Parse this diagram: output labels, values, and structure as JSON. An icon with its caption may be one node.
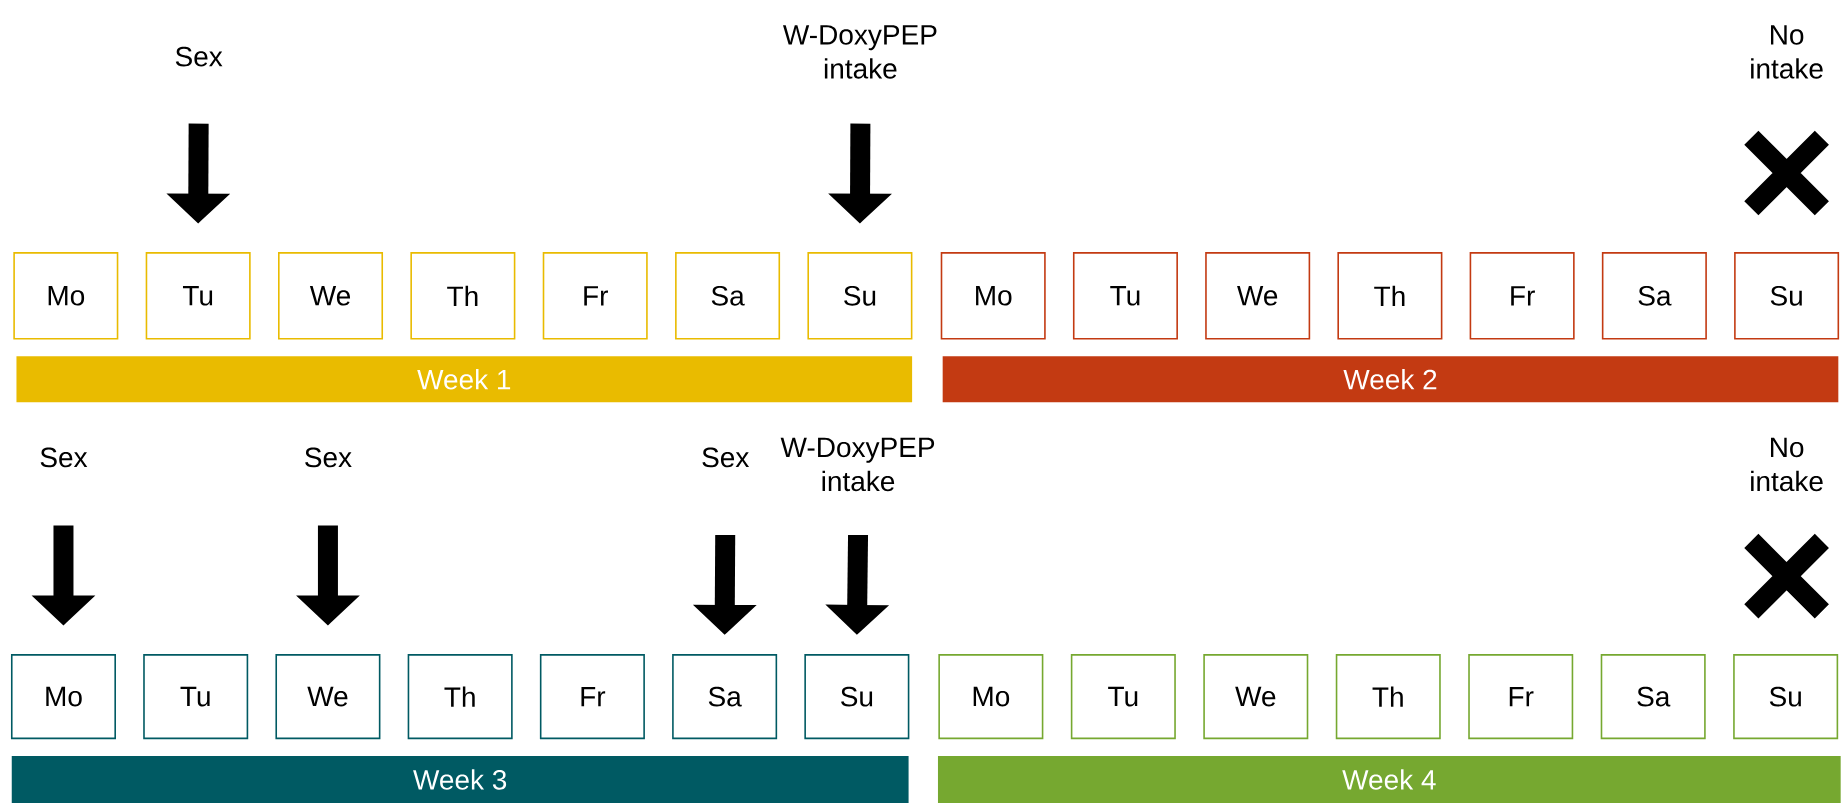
{
  "diagram": {
    "nodes": [
      {
        "text": [
          "Sex"
        ]
      },
      {
        "text": [
          "W-DoxyPEP intake"
        ]
      },
      {
        "text": [
          "Mo"
        ]
      },
      {
        "text": [
          "Tu"
        ]
      },
      {
        "text": [
          "We"
        ]
      },
      {
        "text": [
          "Th"
        ]
      },
      {
        "text": [
          "Fr"
        ]
      },
      {
        "text": [
          "Sa"
        ]
      },
      {
        "text": [
          "Su"
        ]
      },
      {
        "text": [
          "Mo"
        ]
      },
      {
        "text": [
          "Tu"
        ]
      },
      {
        "text": [
          "We"
        ]
      },
      {
        "text": [
          "Th"
        ]
      },
      {
        "text": [
          "Fr"
        ]
      },
      {
        "text": [
          "Sa"
        ]
      },
      {
        "text": [
          "Su"
        ]
      },
      {
        "text": [
          "Week 1"
        ]
      },
      {
        "text": [
          "Week 2"
        ]
      },
      {
        "text": [
          "Sex"
        ]
      },
      {
        "text": [
          "Sex"
        ]
      },
      {
        "text": [
          "Sex"
        ]
      },
      {
        "text": [
          "W-DoxyPEP intake"
        ]
      },
      {
        "text": [
          "Mo"
        ]
      },
      {
        "text": [
          "Tu"
        ]
      },
      {
        "text": [
          "We"
        ]
      },
      {
        "text": [
          "Th"
        ]
      },
      {
        "text": [
          "Fr"
        ]
      },
      {
        "text": [
          "Sa"
        ]
      },
      {
        "text": [
          "Su"
        ]
      },
      {
        "text": [
          "Mo"
        ]
      },
      {
        "text": [
          "Tu"
        ]
      },
      {
        "text": [
          "We"
        ]
      },
      {
        "text": [
          "Th"
        ]
      },
      {
        "text": [
          "Fr"
        ]
      },
      {
        "text": [
          "Sa"
        ]
      },
      {
        "text": [
          "Su"
        ]
      },
      {
        "text": [
          "Week 3"
        ]
      },
      {
        "text": [
          "Week 4"
        ]
      }
    ],
    "edges": [
      {
        "from": 0,
        "to": 3,
        "arrow": "to"
      },
      {
        "from": 1,
        "to": 8,
        "arrow": "to"
      },
      {
        "from": 18,
        "to": 22,
        "arrow": "to"
      },
      {
        "from": 19,
        "to": 24,
        "arrow": "to"
      },
      {
        "from": 20,
        "to": 27,
        "arrow": "to"
      },
      {
        "from": 21,
        "to": 28,
        "arrow": "to"
      }
    ],
    "labels": [
      "No intake",
      "No intake"
    ]
  }
}
